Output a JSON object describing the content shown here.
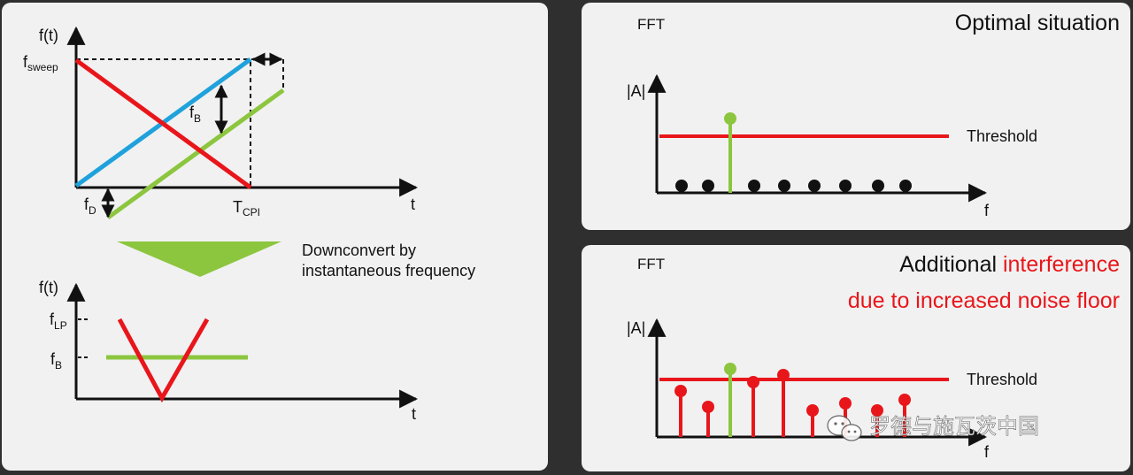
{
  "left": {
    "top_plot": {
      "y_axis": "f(t)",
      "f_sweep_main": "f",
      "f_sweep_sub": "sweep",
      "f_b_main": "f",
      "f_b_sub": "B",
      "f_d_main": "f",
      "f_d_sub": "D",
      "t_cpi_main": "T",
      "t_cpi_sub": "CPI",
      "x_axis": "t"
    },
    "arrow_caption_line1": "Downconvert by",
    "arrow_caption_line2": "instantaneous frequency",
    "bottom_plot": {
      "y_axis": "f(t)",
      "f_lp_main": "f",
      "f_lp_sub": "LP",
      "f_b_main": "f",
      "f_b_sub": "B",
      "x_axis": "t"
    }
  },
  "top_right": {
    "fft_label": "FFT",
    "title": "Optimal situation",
    "y_axis": "|A|",
    "x_axis": "f",
    "threshold_label": "Threshold"
  },
  "bottom_right": {
    "fft_label": "FFT",
    "title_black": "Additional ",
    "title_red": "interference",
    "title_line2": "due to increased noise floor",
    "y_axis": "|A|",
    "x_axis": "f",
    "threshold_label": "Threshold"
  },
  "watermark": "罗德与施瓦茨中国",
  "colors": {
    "red": "#e8161b",
    "green": "#8cc63f",
    "blue": "#1fa2dc",
    "black": "#111111",
    "panel": "#f1f1f1",
    "background": "#2f2f2f"
  }
}
